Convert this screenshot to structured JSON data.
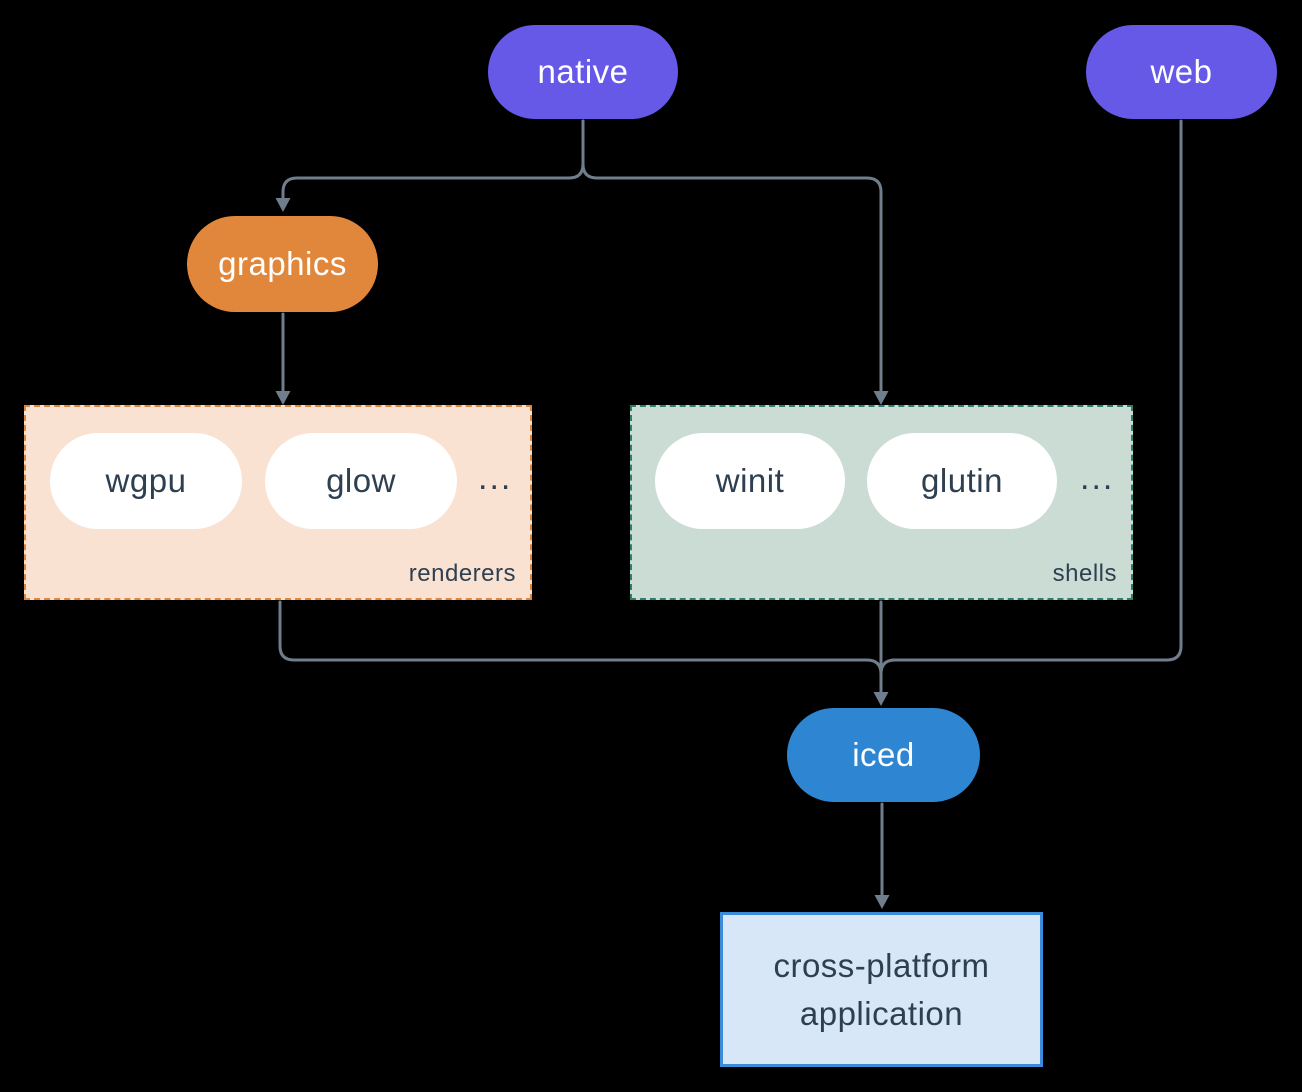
{
  "diagram": {
    "nodes": {
      "native": {
        "label": "native"
      },
      "web": {
        "label": "web"
      },
      "graphics": {
        "label": "graphics"
      },
      "iced": {
        "label": "iced"
      },
      "app": {
        "lines": [
          "cross-platform",
          "application"
        ]
      }
    },
    "groups": {
      "renderers": {
        "label": "renderers",
        "items": [
          "wgpu",
          "glow"
        ],
        "ellipsis": "..."
      },
      "shells": {
        "label": "shells",
        "items": [
          "winit",
          "glutin"
        ],
        "ellipsis": "..."
      }
    },
    "colors": {
      "background": "#000000",
      "purple": "#6659E8",
      "orange": "#E0873C",
      "blue": "#2E86D3",
      "renderers_fill": "#F9E2D2",
      "renderers_border": "#E0873C",
      "shells_fill": "#CBDCD4",
      "shells_border": "#2F7D6D",
      "app_fill": "#D7E7F7",
      "app_border": "#3C8BDB",
      "connector": "#6F7D8C",
      "text_dark": "#2E3F50",
      "text_light": "#FFFFFF"
    }
  }
}
